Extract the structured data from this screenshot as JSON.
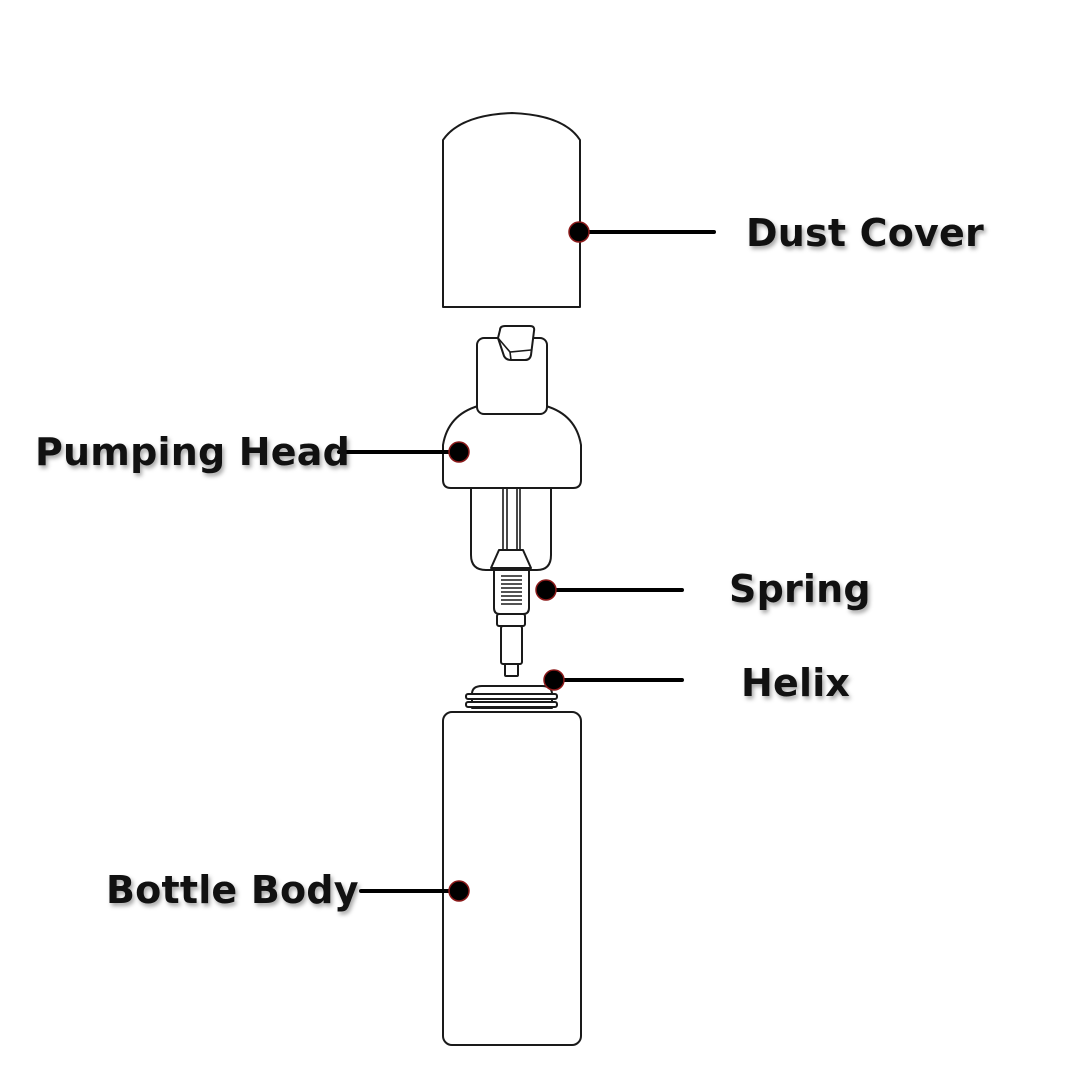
{
  "diagram": {
    "type": "exploded-view",
    "subject": "foam pump bottle",
    "colors": {
      "line": "#1a1a1a",
      "marker": "#000000",
      "marker_rim": "#8b1a1a",
      "background": "#ffffff"
    },
    "labels": {
      "dust_cover": "Dust Cover",
      "pumping_head": "Pumping Head",
      "spring": "Spring",
      "helix": "Helix",
      "bottle_body": "Bottle Body"
    }
  }
}
